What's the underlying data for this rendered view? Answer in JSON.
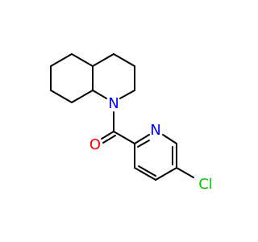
{
  "diagram": {
    "type": "chemical-structure",
    "background": "#ffffff",
    "bond_color": "#000000",
    "atoms": [
      {
        "id": "n-ring",
        "label": "N",
        "color": "#0000ff"
      },
      {
        "id": "n-pyridine",
        "label": "N",
        "color": "#0000ff"
      },
      {
        "id": "o-carbonyl",
        "label": "O",
        "color": "#ff0000"
      },
      {
        "id": "cl",
        "label": "Cl",
        "color": "#00cc00"
      }
    ]
  }
}
